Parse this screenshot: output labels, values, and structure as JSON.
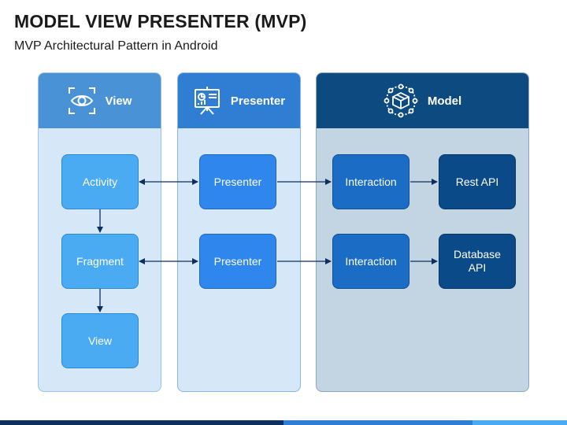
{
  "title": "MODEL VIEW PRESENTER (MVP)",
  "subtitle": "MVP Architectural Pattern in Android",
  "columns": {
    "view": {
      "label": "View",
      "icon": "eye-icon",
      "color": "#4a92d6"
    },
    "presenter": {
      "label": "Presenter",
      "icon": "presentation-board-icon",
      "color": "#2f7ed4"
    },
    "model": {
      "label": "Model",
      "icon": "cube-network-icon",
      "color": "#0d4a80"
    }
  },
  "nodes": {
    "activity": "Activity",
    "fragment": "Fragment",
    "view": "View",
    "presenter_1": "Presenter",
    "presenter_2": "Presenter",
    "interaction_1": "Interaction",
    "interaction_2": "Interaction",
    "rest_api": "Rest API",
    "database_api": "Database API"
  },
  "edges": [
    {
      "from": "activity",
      "to": "fragment",
      "type": "one-way"
    },
    {
      "from": "fragment",
      "to": "view",
      "type": "one-way"
    },
    {
      "from": "activity",
      "to": "presenter_1",
      "type": "two-way"
    },
    {
      "from": "fragment",
      "to": "presenter_2",
      "type": "two-way"
    },
    {
      "from": "presenter_1",
      "to": "interaction_1",
      "type": "one-way"
    },
    {
      "from": "presenter_2",
      "to": "interaction_2",
      "type": "one-way"
    },
    {
      "from": "interaction_1",
      "to": "rest_api",
      "type": "one-way"
    },
    {
      "from": "interaction_2",
      "to": "database_api",
      "type": "one-way"
    }
  ]
}
